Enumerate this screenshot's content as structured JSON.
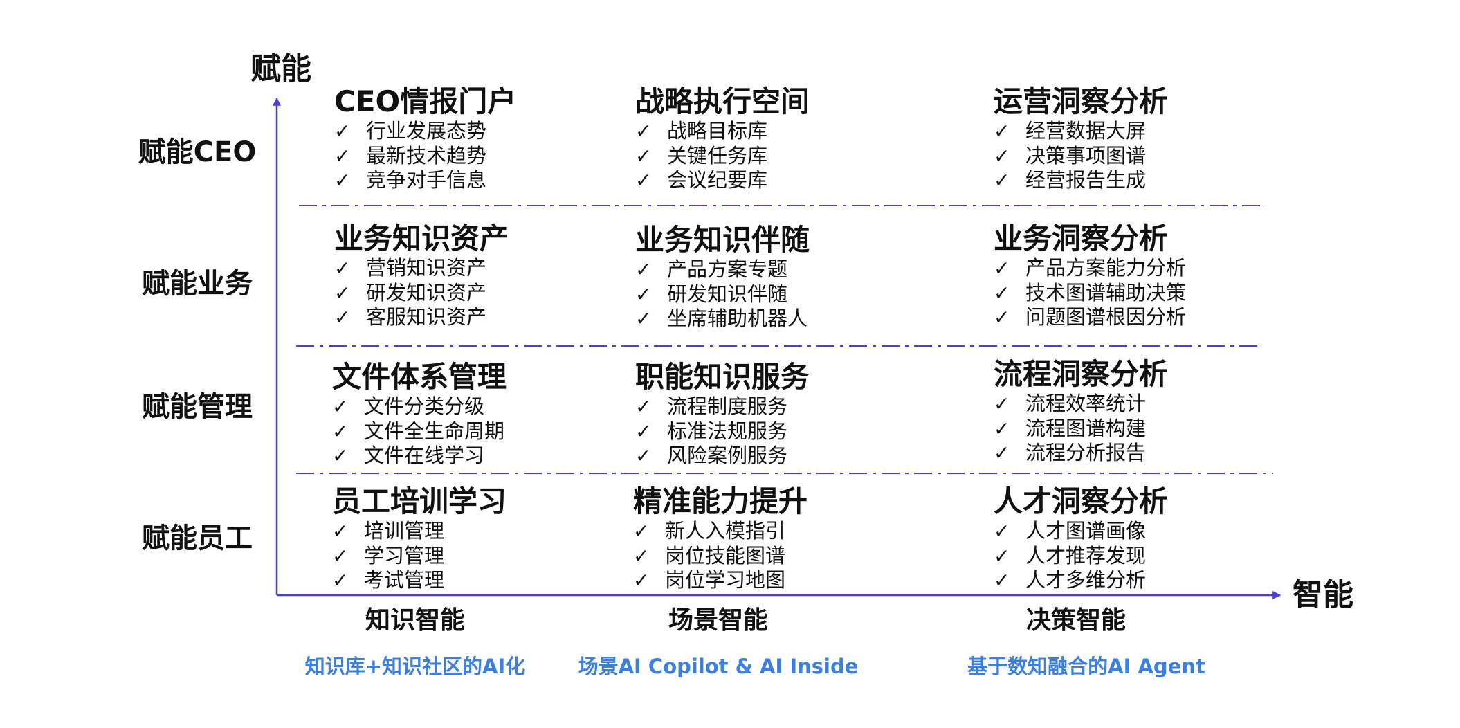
{
  "colors": {
    "axis": "#4a3fd6",
    "divider": "#4a3fd6",
    "subtitle": "#3b7fe0",
    "text": "#111111"
  },
  "y_axis_title": "赋能",
  "x_axis_title": "智能",
  "rows": [
    {
      "label": "赋能CEO",
      "cells": [
        {
          "title": "CEO情报门户",
          "items": [
            "行业发展态势",
            "最新技术趋势",
            "竞争对手信息"
          ]
        },
        {
          "title": "战略执行空间",
          "items": [
            "战略目标库",
            "关键任务库",
            "会议纪要库"
          ]
        },
        {
          "title": "运营洞察分析",
          "items": [
            "经营数据大屏",
            "决策事项图谱",
            "经营报告生成"
          ]
        }
      ]
    },
    {
      "label": "赋能业务",
      "cells": [
        {
          "title": "业务知识资产",
          "items": [
            "营销知识资产",
            "研发知识资产",
            "客服知识资产"
          ]
        },
        {
          "title": "业务知识伴随",
          "items": [
            "产品方案专题",
            "研发知识伴随",
            "坐席辅助机器人"
          ]
        },
        {
          "title": "业务洞察分析",
          "items": [
            "产品方案能力分析",
            "技术图谱辅助决策",
            "问题图谱根因分析"
          ]
        }
      ]
    },
    {
      "label": "赋能管理",
      "cells": [
        {
          "title": "文件体系管理",
          "items": [
            "文件分类分级",
            "文件全生命周期",
            "文件在线学习"
          ]
        },
        {
          "title": "职能知识服务",
          "items": [
            "流程制度服务",
            "标准法规服务",
            "风险案例服务"
          ]
        },
        {
          "title": "流程洞察分析",
          "items": [
            "流程效率统计",
            "流程图谱构建",
            "流程分析报告"
          ]
        }
      ]
    },
    {
      "label": "赋能员工",
      "cells": [
        {
          "title": "员工培训学习",
          "items": [
            "培训管理",
            "学习管理",
            "考试管理"
          ]
        },
        {
          "title": "精准能力提升",
          "items": [
            "新人入模指引",
            "岗位技能图谱",
            "岗位学习地图"
          ]
        },
        {
          "title": "人才洞察分析",
          "items": [
            "人才图谱画像",
            "人才推荐发现",
            "人才多维分析"
          ]
        }
      ]
    }
  ],
  "columns": [
    {
      "label": "知识智能",
      "subtitle": "知识库+知识社区的AI化"
    },
    {
      "label": "场景智能",
      "subtitle": "场景AI Copilot & AI Inside"
    },
    {
      "label": "决策智能",
      "subtitle": "基于数知融合的AI Agent"
    }
  ]
}
